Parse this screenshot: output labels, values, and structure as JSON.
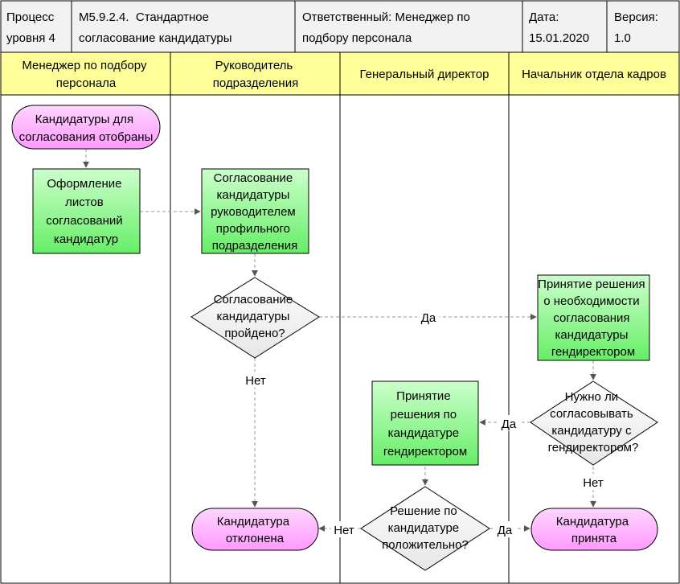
{
  "header": {
    "process_level": [
      "Процесс",
      "уровня 4"
    ],
    "process_name": [
      "M5.9.2.4.  Стандартное",
      "согласование кандидатуры"
    ],
    "responsible": [
      "Ответственный: Менеджер по",
      "подбору персонала"
    ],
    "date": [
      "Дата:",
      "15.01.2020"
    ],
    "version": [
      "Версия:",
      "1.0"
    ]
  },
  "lanes": [
    {
      "title": [
        "Менеджер по подбору",
        "персонала"
      ]
    },
    {
      "title": [
        "Руководитель",
        "подразделения"
      ]
    },
    {
      "title": [
        "Генеральный директор"
      ]
    },
    {
      "title": [
        "Начальник отдела кадров"
      ]
    }
  ],
  "nodes": {
    "start": [
      "Кандидатуры для",
      "согласования отобраны"
    ],
    "prepare_sheets": [
      "Оформление",
      "листов",
      "согласований",
      "кандидатур"
    ],
    "head_approval": [
      "Согласование",
      "кандидатуры",
      "руководителем",
      "профильного",
      "подразделения"
    ],
    "approval_passed": [
      "Согласование",
      "кандидатуры",
      "пройдено?"
    ],
    "hr_decision": [
      "Принятие решения",
      "о необходимости",
      "согласования",
      "кандидатуры",
      "гендиректором"
    ],
    "need_ceo": [
      "Нужно ли",
      "согласовывать",
      "кандидатуру с",
      "гендиректором?"
    ],
    "ceo_decision": [
      "Принятие",
      "решения по",
      "кандидатуре",
      "гендиректором"
    ],
    "decision_positive": [
      "Решение по",
      "кандидатуре",
      "положительно?"
    ],
    "rejected": [
      "Кандидатура",
      "отклонена"
    ],
    "accepted": [
      "Кандидатура",
      "принята"
    ]
  },
  "edge_labels": {
    "passed_yes": "Да",
    "passed_no": "Нет",
    "need_ceo_yes": "Да",
    "need_ceo_no": "Нет",
    "positive_no": "Нет",
    "positive_yes": "Да"
  },
  "colors": {
    "header_bg": "#f2f2f2",
    "lane_header_bg": "#ffff99",
    "event_fill": "#ff99ff",
    "event_fill_light": "#ffd6ff",
    "process_fill": "#66ee66",
    "process_fill_light": "#ccffcc",
    "decision_fill": "#f0f0f0",
    "border": "#000000",
    "arrow": "#999999",
    "arrowhead": "#555555"
  }
}
